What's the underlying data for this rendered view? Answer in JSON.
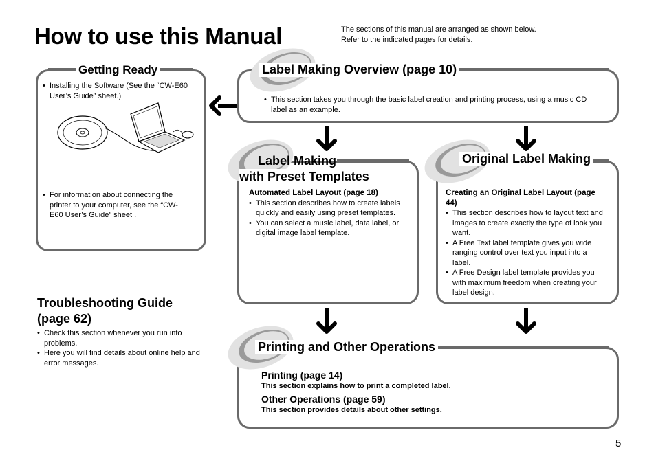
{
  "page": {
    "title": "How to use this Manual",
    "intro_line1": "The sections of this manual are arranged as shown below.",
    "intro_line2": "Refer to the indicated pages for details.",
    "page_number": "5"
  },
  "getting_ready": {
    "heading": "Getting Ready",
    "item1": "Installing the Software (See the “CW-E60 User’s Guide” sheet.)",
    "item2": "For information about connecting the printer to your computer, see the “CW-E60 User’s Guide” sheet ."
  },
  "overview": {
    "heading": "Label Making Overview (page 10)",
    "item1": "This section takes you through the basic label creation and printing process, using a music CD label as an example."
  },
  "preset": {
    "heading_line1": "Label Making",
    "heading_line2": "with Preset Templates",
    "subheading": "Automated Label Layout (page 18)",
    "item1": "This section describes how to create labels quickly and easily using preset templates.",
    "item2": "You can select a music label, data label, or digital image label template."
  },
  "original": {
    "heading": "Original Label Making",
    "subheading": "Creating an Original Label Layout (page 44)",
    "item1": "This section describes how to layout text and images to create exactly the type of look you want.",
    "item2": "A Free Text label template gives you wide ranging control over text you input into a label.",
    "item3": "A Free Design label template provides you with maximum freedom when creating your label design."
  },
  "troubleshooting": {
    "heading_line1": "Troubleshooting Guide",
    "heading_line2": "(page 62)",
    "item1": "Check this section whenever you run into problems.",
    "item2": "Here you will find details about online help and error messages."
  },
  "printing": {
    "heading": "Printing and Other Operations",
    "sub1": "Printing (page 14)",
    "desc1": "This section explains how to print a completed label.",
    "sub2": "Other Operations (page 59)",
    "desc2": "This section provides details about other settings."
  },
  "colors": {
    "border": "#6a6a6a",
    "disc_light": "#e2e2e2",
    "disc_dark": "#9a9a9a"
  }
}
